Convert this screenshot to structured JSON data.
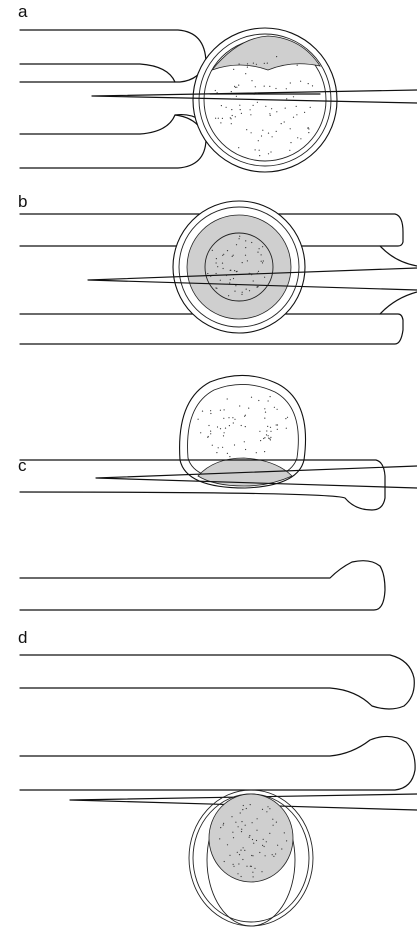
{
  "panels": [
    {
      "id": "a",
      "label": "a"
    },
    {
      "id": "b",
      "label": "b"
    },
    {
      "id": "c",
      "label": "c"
    },
    {
      "id": "d",
      "label": "d"
    }
  ],
  "colors": {
    "ink": "#111111",
    "background": "#ffffff"
  }
}
